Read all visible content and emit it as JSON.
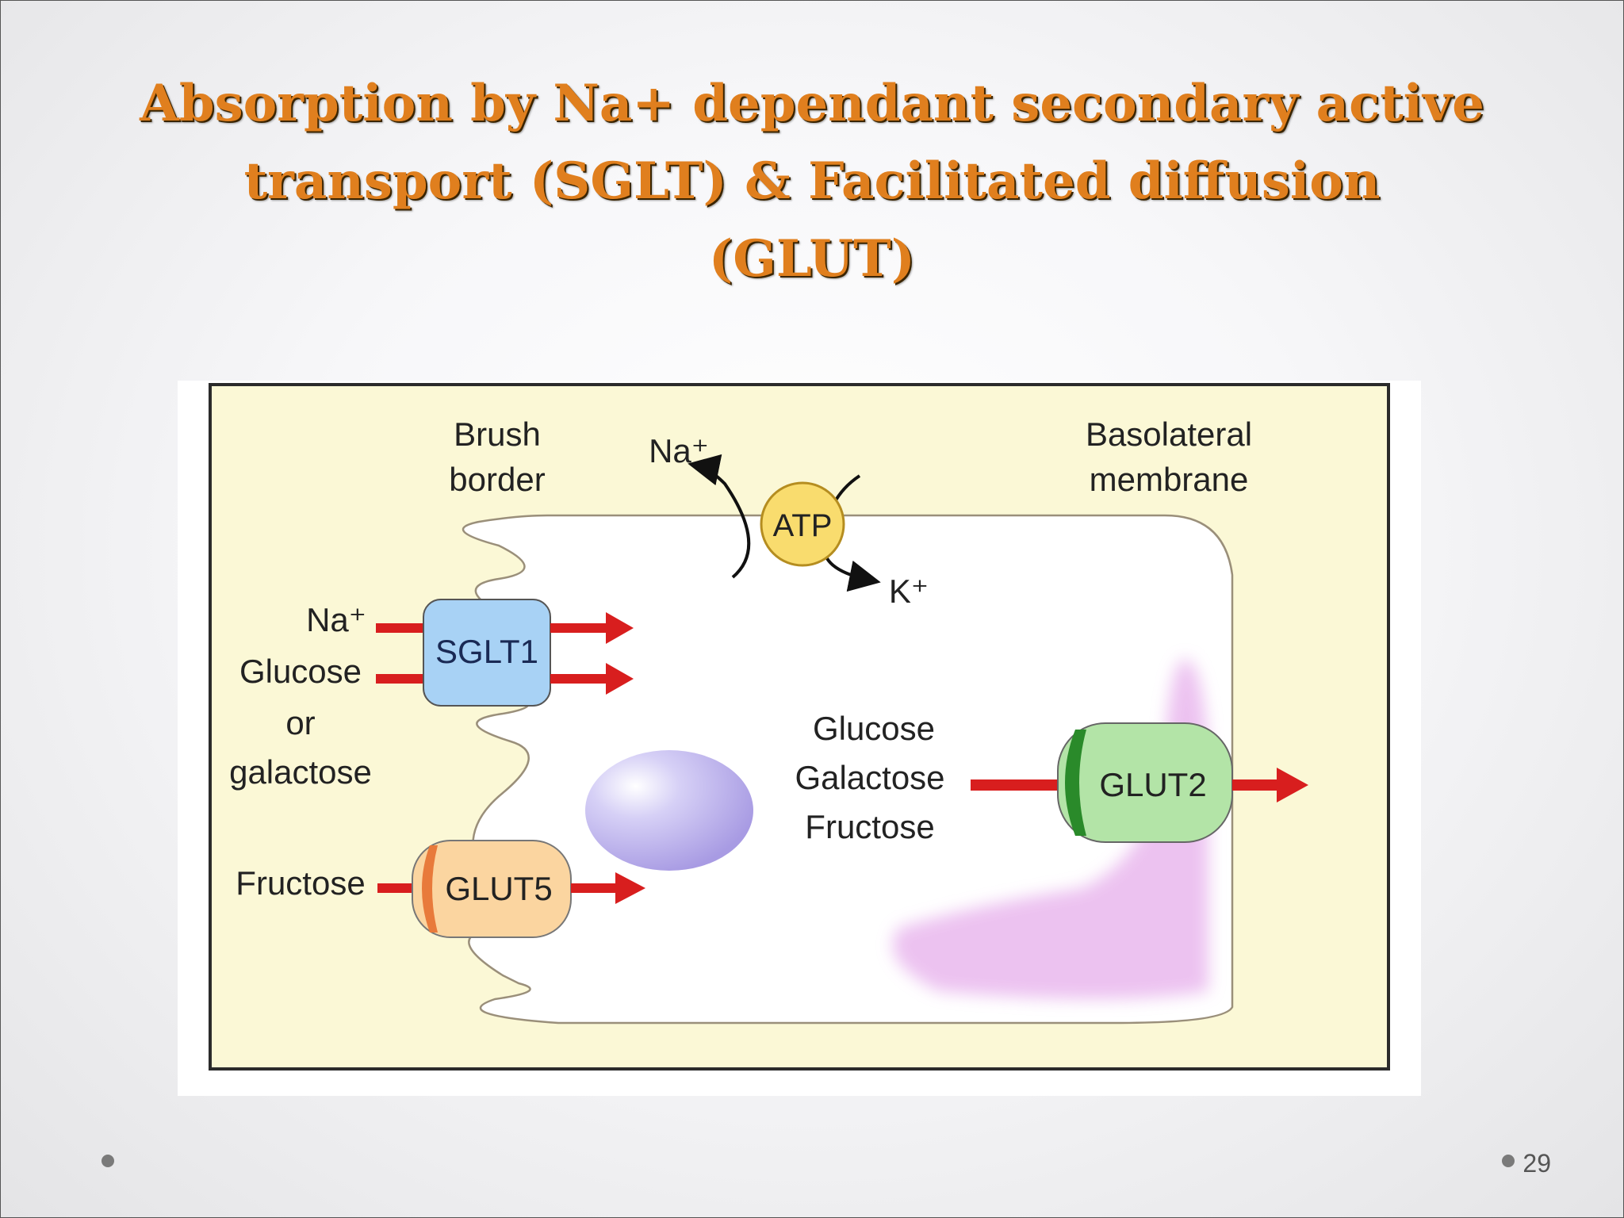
{
  "slide": {
    "title_lines": [
      "Absorption by Na+ dependant secondary active",
      "transport  (SGLT) & Facilitated diffusion",
      "(GLUT)"
    ],
    "page_number": "29"
  },
  "diagram": {
    "labels": {
      "brush_border_1": "Brush",
      "brush_border_2": "border",
      "basolateral_1": "Basolateral",
      "basolateral_2": "membrane",
      "pump_na": "Na⁺",
      "pump_k": "K⁺",
      "sglt_na": "Na⁺",
      "sglt_glucose": "Glucose",
      "sglt_or": "or",
      "sglt_galactose": "galactose",
      "glut5_fructose": "Fructose",
      "glut2_glucose": "Glucose",
      "glut2_galactose": "Galactose",
      "glut2_fructose": "Fructose"
    },
    "transporters": {
      "sglt1": "SGLT1",
      "glut5": "GLUT5",
      "glut2": "GLUT2",
      "atp": "ATP"
    },
    "colors": {
      "panel_bg": "#fbf8d6",
      "sglt1": "#a8d2f5",
      "glut5": "#fbd5a0",
      "glut5_cap": "#e87a3b",
      "glut2": "#b3e4a7",
      "glut2_cap": "#2a8a2a",
      "atp": "#f9dc6e",
      "arrow": "#d81e1e",
      "nucleus": "#c7bff0",
      "organelle": "#e9b8ee",
      "title": "#e07f1e"
    }
  }
}
